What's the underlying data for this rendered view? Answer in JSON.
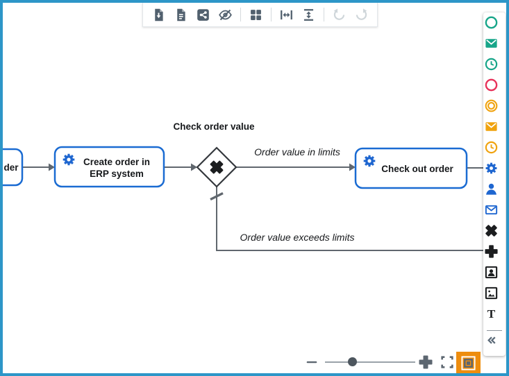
{
  "window": {
    "border_color": "#2d96c8",
    "canvas_background": "#ffffff"
  },
  "toolbar": {
    "items": [
      {
        "name": "download-button",
        "icon": "file-download-icon",
        "enabled": true
      },
      {
        "name": "document-button",
        "icon": "file-document-icon",
        "enabled": true
      },
      {
        "name": "share-button",
        "icon": "share-icon",
        "enabled": true
      },
      {
        "name": "hide-overlays-button",
        "icon": "eye-off-icon",
        "enabled": true
      },
      {
        "divider": true
      },
      {
        "name": "grid-button",
        "icon": "grid-icon",
        "enabled": true
      },
      {
        "divider": true
      },
      {
        "name": "fit-width-button",
        "icon": "fit-width-icon",
        "enabled": true
      },
      {
        "name": "fit-height-button",
        "icon": "fit-height-icon",
        "enabled": true
      },
      {
        "divider": true
      },
      {
        "name": "undo-button",
        "icon": "undo-icon",
        "enabled": false
      },
      {
        "name": "redo-button",
        "icon": "redo-icon",
        "enabled": false
      }
    ],
    "icon_color": "#51606e",
    "disabled_color": "#cfd6da"
  },
  "palette": {
    "items": [
      {
        "name": "start-event-button",
        "icon": "circle-icon",
        "color": "#17a589"
      },
      {
        "name": "message-start-event-button",
        "icon": "envelope-filled-icon",
        "color": "#17a589"
      },
      {
        "name": "timer-start-event-button",
        "icon": "clock-icon",
        "color": "#17a589"
      },
      {
        "name": "end-event-button",
        "icon": "circle-icon",
        "color": "#e8325a"
      },
      {
        "name": "intermediate-event-button",
        "icon": "double-circle-icon",
        "color": "#f0a30f"
      },
      {
        "name": "message-intermediate-event-button",
        "icon": "envelope-filled-icon",
        "color": "#f0a30f"
      },
      {
        "name": "timer-intermediate-event-button",
        "icon": "clock-icon",
        "color": "#f0a30f"
      },
      {
        "name": "service-task-button",
        "icon": "gear-icon",
        "color": "#1e66d0"
      },
      {
        "name": "user-task-button",
        "icon": "person-icon",
        "color": "#1e66d0"
      },
      {
        "name": "message-task-button",
        "icon": "envelope-outline-icon",
        "color": "#1e66d0"
      },
      {
        "name": "exclusive-gateway-button",
        "icon": "x-mark-icon",
        "color": "#1b1d1f"
      },
      {
        "name": "parallel-gateway-button",
        "icon": "plus-icon",
        "color": "#1b1d1f"
      },
      {
        "name": "portrait-image-button",
        "icon": "portrait-icon",
        "color": "#1b1d1f"
      },
      {
        "name": "image-button",
        "icon": "image-icon",
        "color": "#1b1d1f"
      },
      {
        "name": "text-tool-button",
        "icon": "text-icon",
        "color": "#1b1d1f"
      },
      {
        "divider": true
      },
      {
        "name": "collapse-palette-button",
        "icon": "chevron-double-left-icon",
        "color": "#5b6a78"
      }
    ]
  },
  "diagram": {
    "partial_task_label": "der",
    "task1_line1": "Create order in",
    "task1_line2": "ERP system",
    "gateway_label": "Check order value",
    "task2_label": "Check out order",
    "flow_top_label": "Order value in limits",
    "flow_bottom_label": "Order value exceeds limits",
    "task_border_color": "#1a6bd2",
    "gear_color": "#1e66d0",
    "line_color": "#60676e",
    "gateway_stroke": "#35393e",
    "marker_color": "#1b1d1f"
  },
  "zoombar": {
    "zoom_out_icon": "minus-icon",
    "zoom_in_icon": "plus-icon",
    "fit_screen_icon": "fit-screen-icon",
    "minimap_icon": "minimap-icon",
    "minimap_highlight_color": "#ee8d0e",
    "slider_fraction": 0.3
  }
}
